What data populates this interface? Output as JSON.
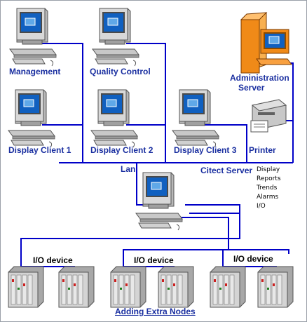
{
  "labels": {
    "management": "Management",
    "quality_control": "Quality Control",
    "administration_server_line1": "Administration",
    "administration_server_line2": "Server",
    "display_client_1": "Display Client 1",
    "display_client_2": "Display Client 2",
    "display_client_3": "Display Client 3",
    "printer": "Printer",
    "lan": "Lan",
    "citect_server": "Citect Server"
  },
  "server_functions": [
    "Display",
    "Reports",
    "Trends",
    "Alarms",
    "I/O"
  ],
  "io_devices": [
    "I/O device",
    "I/O device",
    "I/O device"
  ],
  "footer_link": "Adding Extra Nodes",
  "colors": {
    "network_line": "#0000c8",
    "label_blue": "#1a2fa0",
    "computer_gray": "#c0c0c0",
    "screen_blue": "#1060c0",
    "server_orange": "#f08a18"
  }
}
